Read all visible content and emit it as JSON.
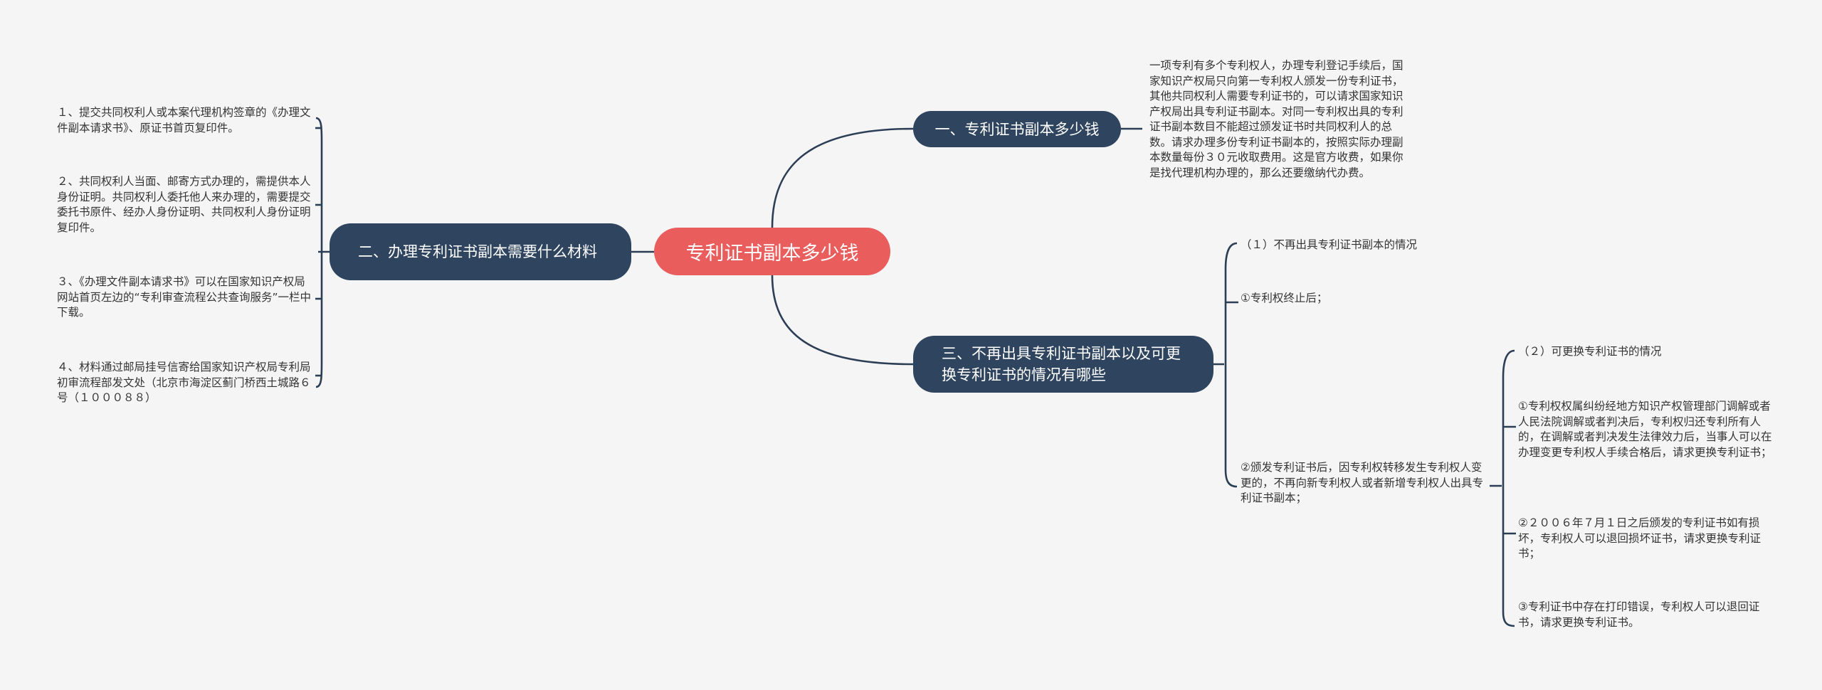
{
  "root": {
    "label": "专利证书副本多少钱"
  },
  "branch1": {
    "label": "一、专利证书副本多少钱",
    "text": "一项专利有多个专利权人，办理专利登记手续后，国家知识产权局只向第一专利权人颁发一份专利证书，其他共同权利人需要专利证书的，可以请求国家知识产权局出具专利证书副本。对同一专利权出具的专利证书副本数目不能超过颁发证书时共同权利人的总数。请求办理多份专利证书副本的，按照实际办理副本数量每份３０元收取费用。这是官方收费，如果你是找代理机构办理的，那么还要缴纳代办费。"
  },
  "branch2": {
    "label": "二、办理专利证书副本需要什么材料",
    "items": [
      "１、提交共同权利人或本案代理机构签章的《办理文件副本请求书》、原证书首页复印件。",
      "２、共同权利人当面、邮寄方式办理的，需提供本人身份证明。共同权利人委托他人来办理的，需要提交委托书原件、经办人身份证明、共同权利人身份证明复印件。",
      "３、《办理文件副本请求书》可以在国家知识产权局网站首页左边的“专利审查流程公共查询服务”一栏中下载。",
      "４、材料通过邮局挂号信寄给国家知识产权局专利局初审流程部发文处（北京市海淀区蓟门桥西土城路６号（１０００８８）"
    ]
  },
  "branch3": {
    "label": "三、不再出具专利证书副本以及可更换专利证书的情况有哪些",
    "items": [
      "（１）不再出具专利证书副本的情况",
      "①专利权终止后；",
      "②颁发专利证书后，因专利权转移发生专利权人变更的，不再向新专利权人或者新增专利权人出具专利证书副本；"
    ],
    "sub": {
      "items": [
        "（２）可更换专利证书的情况",
        "①专利权权属纠纷经地方知识产权管理部门调解或者人民法院调解或者判决后，专利权归还专利所有人的，在调解或者判决发生法律效力后，当事人可以在办理变更专利权人手续合格后，请求更换专利证书；",
        "②２００６年７月１日之后颁发的专利证书如有损坏，专利权人可以退回损坏证书，请求更换专利证书；",
        "③专利证书中存在打印错误，专利权人可以退回证书，请求更换专利证书。"
      ]
    }
  },
  "colors": {
    "root": "#e95d5d",
    "branch": "#2e445f",
    "line": "#2c3e55",
    "text": "#333333",
    "background": "#f5f5f5"
  }
}
